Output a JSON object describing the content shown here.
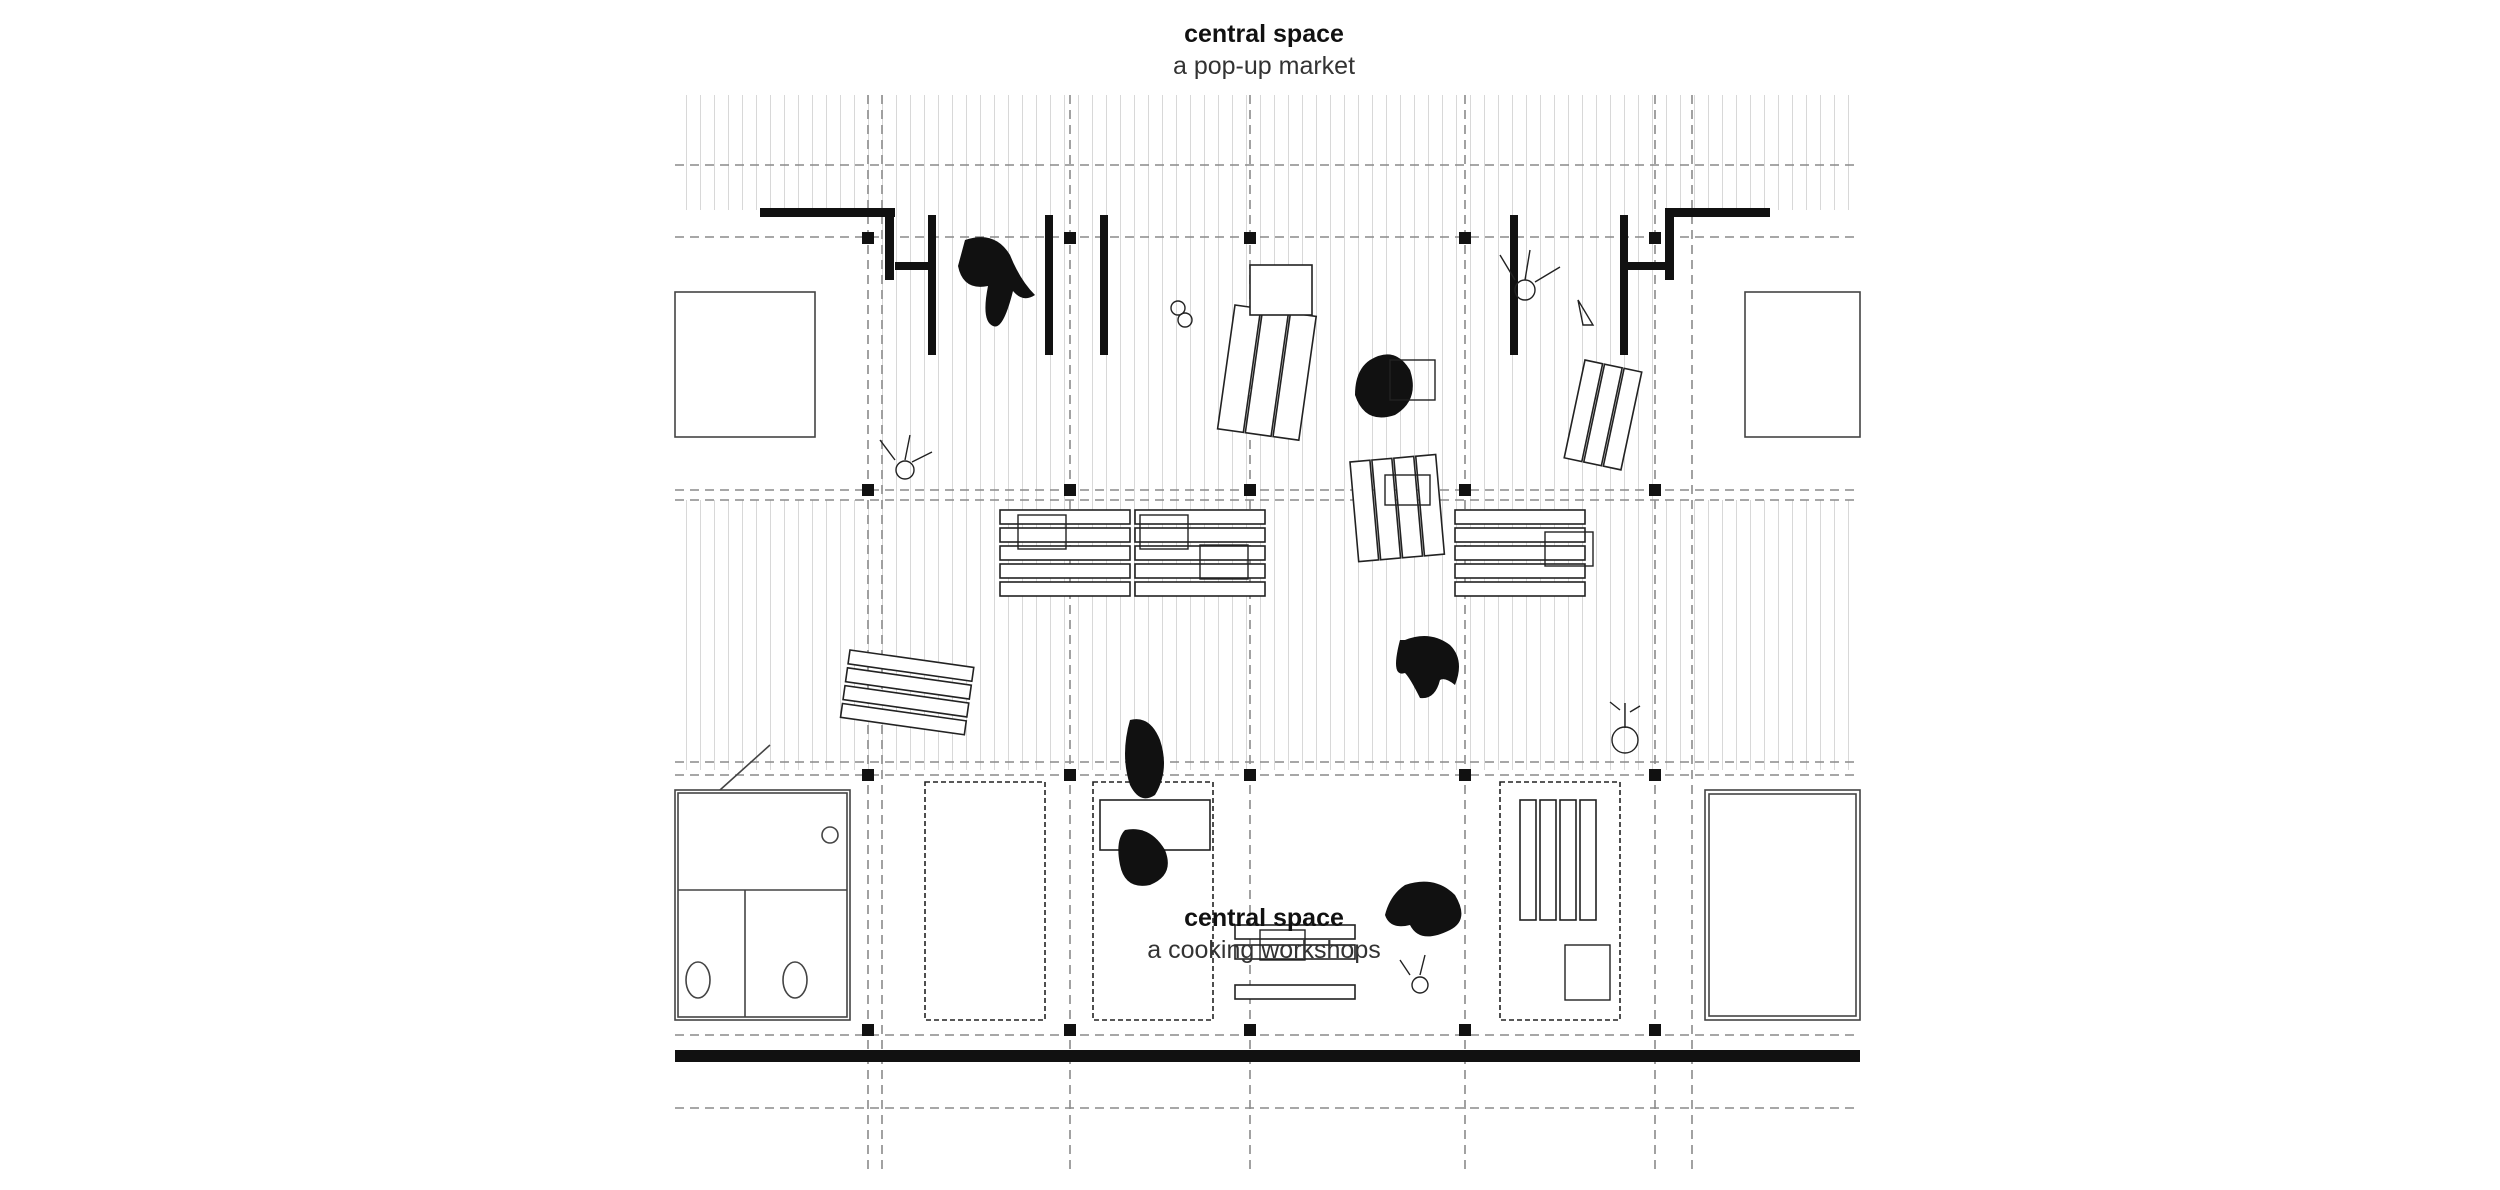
{
  "labels": {
    "top": {
      "title": "central space",
      "subtitle": "a pop-up market"
    },
    "middle": {
      "title": "central space",
      "subtitle": "a cooking workshops"
    }
  },
  "colors": {
    "ink": "#111111",
    "grid": "#8a8a8a",
    "background": "#ffffff"
  }
}
